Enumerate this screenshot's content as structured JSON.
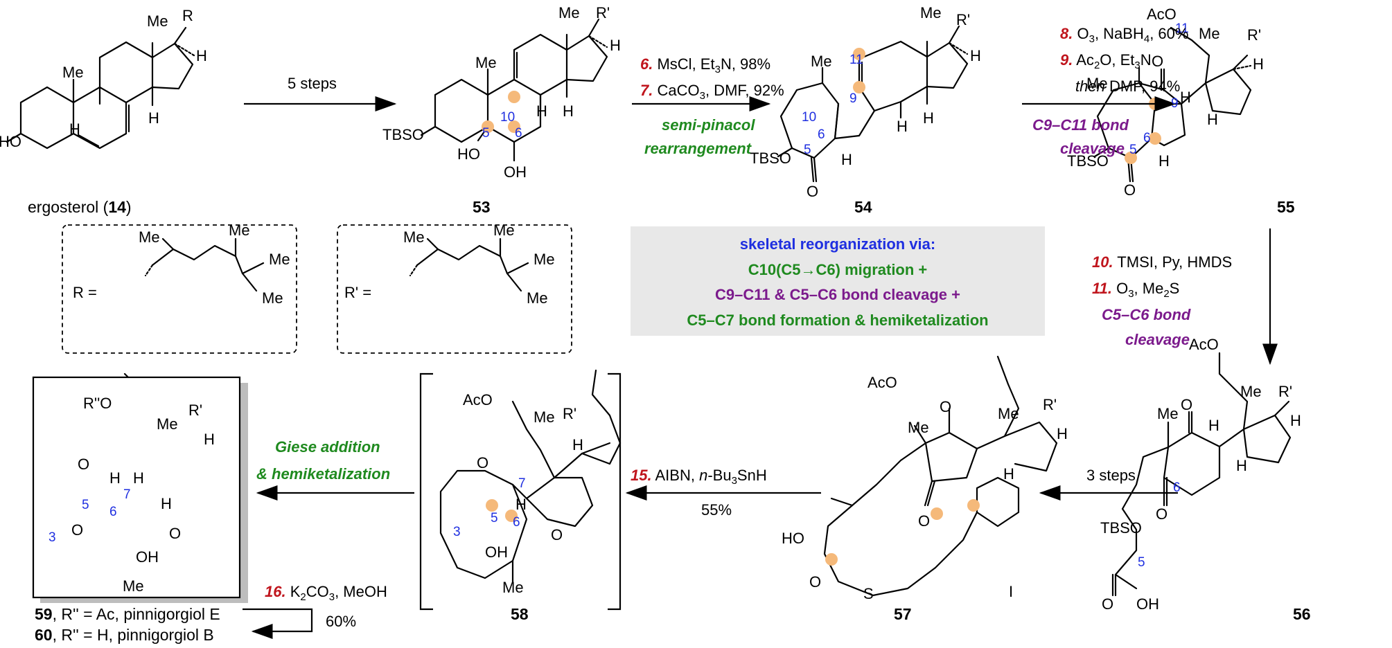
{
  "compounds": [
    {
      "id": "14",
      "name": "ergosterol",
      "label_prefix": "ergosterol (",
      "label_num": "14",
      "label_suffix": ")"
    },
    {
      "id": "53",
      "label": "53"
    },
    {
      "id": "54",
      "label": "54"
    },
    {
      "id": "55",
      "label": "55"
    },
    {
      "id": "56",
      "label": "56"
    },
    {
      "id": "57",
      "label": "57"
    },
    {
      "id": "58",
      "label": "58"
    },
    {
      "id": "59",
      "label_num": "59",
      "label_text": ", R'' = Ac, pinnigorgiol E"
    },
    {
      "id": "60",
      "label_num": "60",
      "label_text": ", R'' = H, pinnigorgiol B"
    }
  ],
  "atoms": {
    "Me": "Me",
    "H": "H",
    "R": "R",
    "Rp": "R'",
    "Rpp": "R''O",
    "HO": "HO",
    "TBSO": "TBSO",
    "HOw": "HO",
    "OH": "OH",
    "O": "O",
    "AcO": "AcO",
    "S": "S",
    "I": "I",
    "OHn": "OH"
  },
  "numbers": {
    "n10": "10",
    "n5": "5",
    "n6": "6",
    "n9": "9",
    "n11": "11",
    "n7": "7",
    "n3": "3"
  },
  "steps": {
    "s1": "5 steps",
    "s6_num": "6.",
    "s6_text": " MsCl, Et",
    "s6_sub": "3",
    "s6_tail": "N, 98%",
    "s7_num": "7.",
    "s7_text": " CaCO",
    "s7_sub": "3",
    "s7_tail": ", DMF, 92%",
    "semi1": "semi-pinacol",
    "semi2": "rearrangement",
    "s8_num": "8.",
    "s8_text": " O",
    "s8_sub": "3",
    "s8_mid": ", NaBH",
    "s8_sub2": "4",
    "s8_tail": ", 60%",
    "s9_num": "9.",
    "s9_text": " Ac",
    "s9_sub": "2",
    "s9_mid": "O, Et",
    "s9_sub2": "3",
    "s9_tail": "N",
    "then": "then",
    "then_tail": " DMP, 94%",
    "c9c11_1": "C9–C11 bond",
    "c9c11_2": "cleavage",
    "s10_num": "10.",
    "s10_text": " TMSI, Py, HMDS",
    "s11_num": "11.",
    "s11_text": " O",
    "s11_sub": "3",
    "s11_mid": ", Me",
    "s11_sub2": "2",
    "s11_tail": "S",
    "c5c6_1": "C5–C6 bond",
    "c5c6_2": "cleavage",
    "s3": "3 steps",
    "s15_num": "15.",
    "s15_text": " AIBN, ",
    "s15_it": "n",
    "s15_tail": "-Bu",
    "s15_sub": "3",
    "s15_end": "SnH",
    "s15_yield": "55%",
    "giese1": "Giese addition",
    "giese2": "& hemiketalization",
    "s16_num": "16.",
    "s16_text": " K",
    "s16_sub": "2",
    "s16_mid": "CO",
    "s16_sub2": "3",
    "s16_tail": ", MeOH",
    "s16_yield": "60%"
  },
  "summary": {
    "l1": "skeletal reorganization via:",
    "l2": "C10(C5→C6) migration +",
    "l3": "C9–C11 & C5–C6 bond cleavage +",
    "l4": "C5–C7 bond formation & hemiketalization"
  },
  "r_def": {
    "R": "R =",
    "Rp": "R' ="
  },
  "colors": {
    "red": "#c0151d",
    "green": "#1f8a1f",
    "purple": "#7b1a8c",
    "blue": "#1f2fe0",
    "highlight": "#f5b97a",
    "box": "#e8e8e8"
  }
}
